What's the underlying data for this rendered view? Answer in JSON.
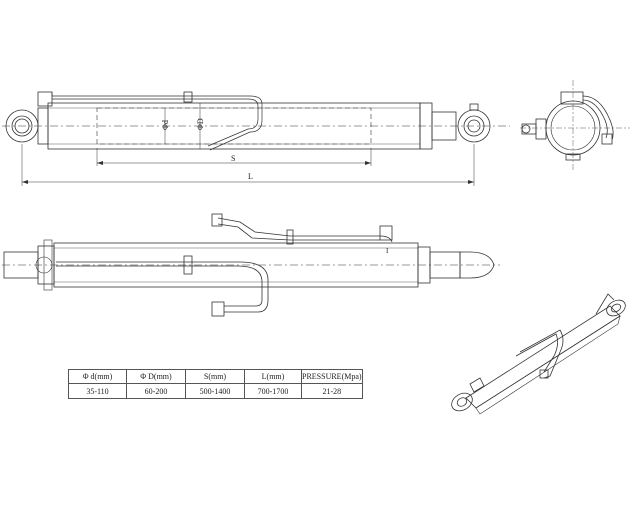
{
  "drawing": {
    "top_view": {
      "dimension_s": "S",
      "dimension_l": "L",
      "label_phi_d": "Φd",
      "label_phi_D": "ΦD"
    },
    "side_view": {
      "port_marker": "I"
    }
  },
  "spec_table": {
    "headers": [
      "Φ d(mm)",
      "Φ D(mm)",
      "S(mm)",
      "L(mm)",
      "PRESSURE(Mpa)"
    ],
    "row": [
      "35-110",
      "60-200",
      "500-1400",
      "700-1700",
      "21-28"
    ]
  }
}
